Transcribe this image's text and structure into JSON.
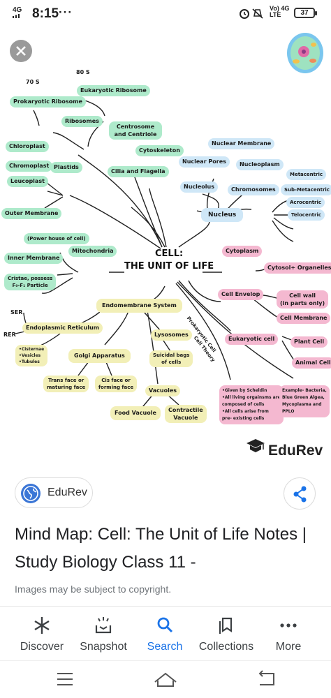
{
  "status_bar": {
    "signal": "4G",
    "time": "8:15",
    "more": "···",
    "network_top": "Vo) 4G",
    "network_bottom": "LTE",
    "battery": "37"
  },
  "image": {
    "center_title_1": "CELL:",
    "center_title_2": "THE UNIT OF LIFE",
    "nodes": {
      "s80": "80 S",
      "s70": "70 S",
      "eukaryotic_ribosome": "Eukaryotic Ribosome",
      "prokaryotic_ribosome": "Prokaryotic Ribosome",
      "ribosomes": "Ribosomes",
      "centrosome": "Centrosome and Centriole",
      "cytoskeleton": "Cytoskeleton",
      "cilia": "Cilia and Flagella",
      "chloroplast": "Chloroplast",
      "chromoplast": "Chromoplast",
      "plastids": "Plastids",
      "leucoplast": "Leucoplast",
      "nuclear_membrane": "Nuclear Membrane",
      "nuclear_pores": "Nuclear Pores",
      "nucleoplasm": "Nucleoplasm",
      "nucleolus": "Nucleolus",
      "chromosomes": "Chromosomes",
      "metacentric": "Metacentric",
      "sub_metacentric": "Sub-Metacentric",
      "acrocentric": "Acrocentric",
      "telocentric": "Telocentric",
      "nucleus": "Nucleus",
      "outer_membrane": "Outer Membrane",
      "power_house": "(Power house of cell)",
      "mitochondria": "Mitochondria",
      "inner_membrane": "Inner Membrane",
      "cristae_1": "Cristae, possess",
      "cristae_2": "F₀-F₁ Particle",
      "cytoplasm": "Cytoplasm",
      "cytosol": "Cytosol+ Organelles",
      "cell_envelop": "Cell Envelop",
      "cell_wall_1": "Cell wall",
      "cell_wall_2": "(in parts only)",
      "cell_membrane": "Cell Membrane",
      "endomembrane": "Endomembrane System",
      "ser": "SER",
      "rer": "RER",
      "er": "Endoplasmic Reticulum",
      "er_items": [
        "•Cisternae",
        "•Vesicles",
        "•Tubules"
      ],
      "golgi": "Golgi Apparatus",
      "trans_face_1": "Trans face or",
      "trans_face_2": "maturing face",
      "cis_face_1": "Cis face or",
      "cis_face_2": "forming face",
      "lysosomes": "Lysosomes",
      "suicidal_1": "Suicidal bags",
      "suicidal_2": "of cells",
      "vacuoles": "Vacuoles",
      "food_vacuole": "Food Vacuole",
      "contractile_1": "Contractile",
      "contractile_2": "Vacuole",
      "eukaryotic_cell": "Eukaryotic cell",
      "plant_cell": "Plant Cell",
      "animal_cell": "Animal Cell",
      "cell_theory_box": [
        "•Given by Scheldin",
        "•All living orgainsms are",
        "composed of cells",
        "•All cells arise from",
        "pre- existing cells"
      ],
      "prokaryotic_box": [
        "Example- Bacteria,",
        "Blue Green Algea,",
        "Mycoplasma and",
        "PPLO"
      ],
      "prokaryotic_cell_label": "Prokaryotic Cell",
      "cell_theory_label": "Cell Theory"
    },
    "watermark": "EduRev"
  },
  "source": {
    "name": "EduRev"
  },
  "title": "Mind Map: Cell: The Unit of Life Notes | Study Biology Class 11 -",
  "copyright": "Images may be subject to copyright.",
  "nav": {
    "discover": "Discover",
    "snapshot": "Snapshot",
    "search": "Search",
    "collections": "Collections",
    "more": "More"
  },
  "colors": {
    "accent": "#1a73e8",
    "green_node": "#aeeacb",
    "blue_node": "#cfe7f7",
    "yellow_node": "#f2efb7",
    "pink_node": "#f4b8d0"
  }
}
